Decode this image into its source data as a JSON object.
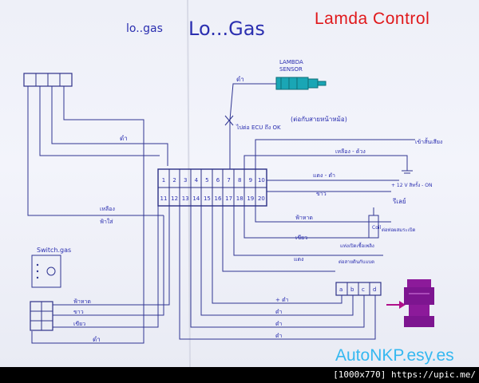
{
  "overlay": {
    "title": "Lamda  Control",
    "website": "AutoNKP.esy.es"
  },
  "footer": {
    "caption": "[1000x770] https://upic.me/"
  },
  "diagram": {
    "heading_left": "lo..gas",
    "heading_right": "Lo...Gas",
    "sensor_label_line1": "LAMBDA",
    "sensor_label_line2": "SENSOR",
    "switch_label": "Switch.gas",
    "pin_numbers_top": [
      "1",
      "2",
      "3",
      "4",
      "5",
      "6",
      "7",
      "8",
      "9",
      "10"
    ],
    "pin_numbers_bottom": [
      "11",
      "12",
      "13",
      "14",
      "15",
      "16",
      "17",
      "18",
      "19",
      "20"
    ],
    "connector_labels": [
      "a",
      "b",
      "c",
      "d"
    ],
    "wire_labels": [
      {
        "id": "sensor-wire",
        "text": "ดำ"
      },
      {
        "id": "note",
        "text": "(ต่อกับสายหน้าหม้อ)"
      },
      {
        "id": "ecu",
        "text": "ไปต่อ ECU ถึง OK"
      },
      {
        "id": "black-top",
        "text": "ดำ"
      },
      {
        "id": "black-right",
        "text": "เข้าสั้นเสียง"
      },
      {
        "id": "yellow-right",
        "text": "เหลือง - ด้วง"
      },
      {
        "id": "red-right",
        "text": "แดง - ดำ"
      },
      {
        "id": "plus12",
        "text": "+ 12 V  สิทรั้ง - ON"
      },
      {
        "id": "green-right",
        "text": "ขาว"
      },
      {
        "id": "relay",
        "text": "รีเลย์"
      },
      {
        "id": "yellow-left",
        "text": "เหลือง"
      },
      {
        "id": "tan-left",
        "text": "ฟ้าใส่"
      },
      {
        "id": "blue-mid",
        "text": "ฟ้าหาด"
      },
      {
        "id": "coil",
        "text": "Coil"
      },
      {
        "id": "vacuum",
        "text": "ต่อท่อผสมระเบิด"
      },
      {
        "id": "yellow-mid",
        "text": "เขียว"
      },
      {
        "id": "open-close",
        "text": "แท่งเปิดเชื้อเพลิง"
      },
      {
        "id": "red-mid",
        "text": "แดง"
      },
      {
        "id": "ground-line",
        "text": "ต่อสายดินกับแบต"
      },
      {
        "id": "blue-bottom",
        "text": "ฟ้าหาด"
      },
      {
        "id": "white-bottom",
        "text": "ขาว"
      },
      {
        "id": "green-bottom",
        "text": "เขียว"
      },
      {
        "id": "black-bottom",
        "text": "ดำ"
      },
      {
        "id": "p-black",
        "text": "+ ดำ"
      },
      {
        "id": "p-black2",
        "text": "ดำ"
      },
      {
        "id": "p-black3",
        "text": "ดำ"
      },
      {
        "id": "p-black4",
        "text": "ดำ"
      }
    ]
  }
}
